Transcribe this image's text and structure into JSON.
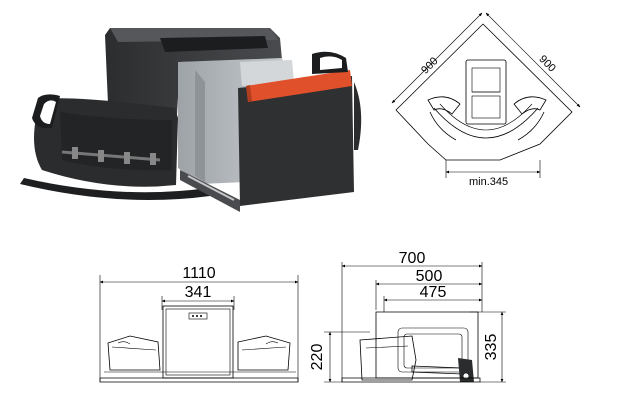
{
  "corner_plan": {
    "side_a": "900",
    "side_b": "900",
    "min_label": "min.345"
  },
  "front_view": {
    "overall_width": "1110",
    "bin_width": "341"
  },
  "side_view": {
    "depth_700": "700",
    "depth_500": "500",
    "depth_475": "475",
    "height_220": "220",
    "height_335": "335"
  },
  "colors": {
    "frame": "#3a3b3d",
    "bin": "#b8bcc0",
    "handle": "#e0502a",
    "tray": "#2a2b2d"
  }
}
